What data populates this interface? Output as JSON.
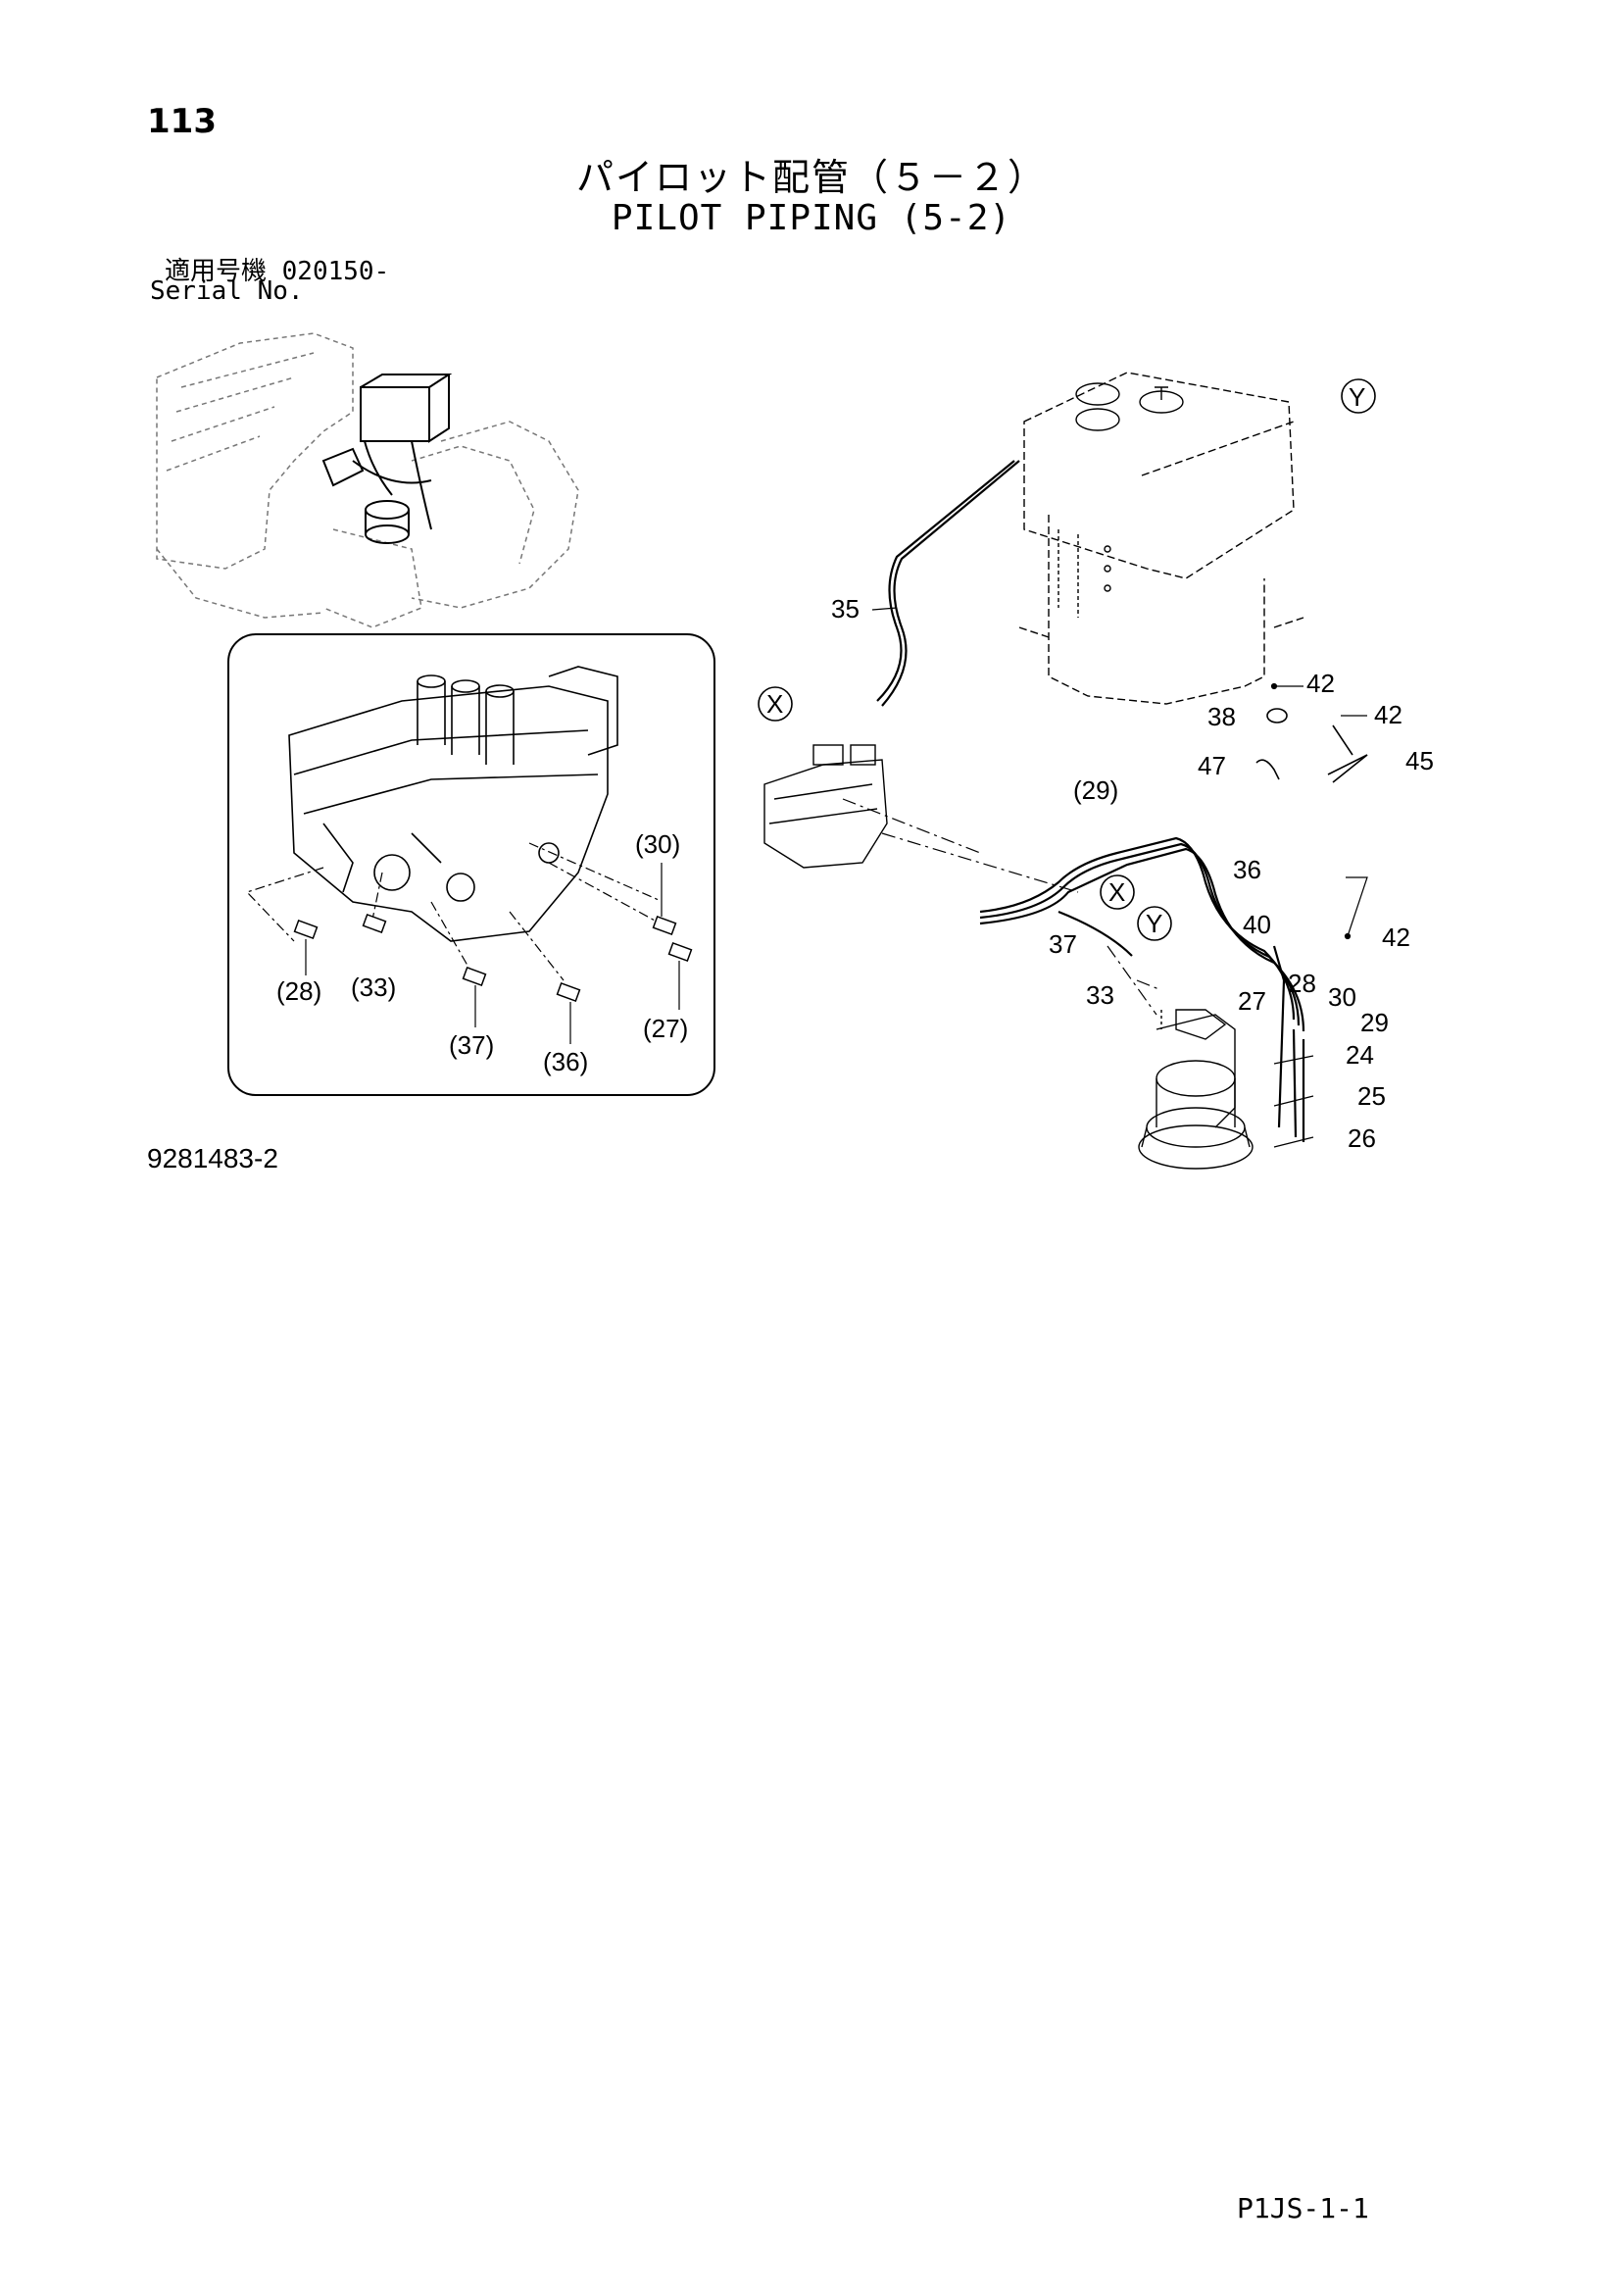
{
  "header": {
    "page_number": "113",
    "title_jp": "パイロット配管（５－２）",
    "title_en": "PILOT PIPING (5-2)",
    "serial_jp": "適用号機  020150-",
    "serial_en": "Serial No."
  },
  "diagram": {
    "ref_markers": [
      "X",
      "Y",
      "X",
      "Y"
    ],
    "callouts": [
      "35",
      "42",
      "38",
      "42",
      "47",
      "45",
      "(29)",
      "36",
      "(30)",
      "37",
      "33",
      "40",
      "42",
      "28",
      "27",
      "30",
      "29",
      "24",
      "25",
      "26",
      "(28)",
      "(33)",
      "(37)",
      "(36)",
      "(27)"
    ]
  },
  "footer": {
    "drawing_number": "9281483-2",
    "page_ref": "P1JS-1-1"
  }
}
